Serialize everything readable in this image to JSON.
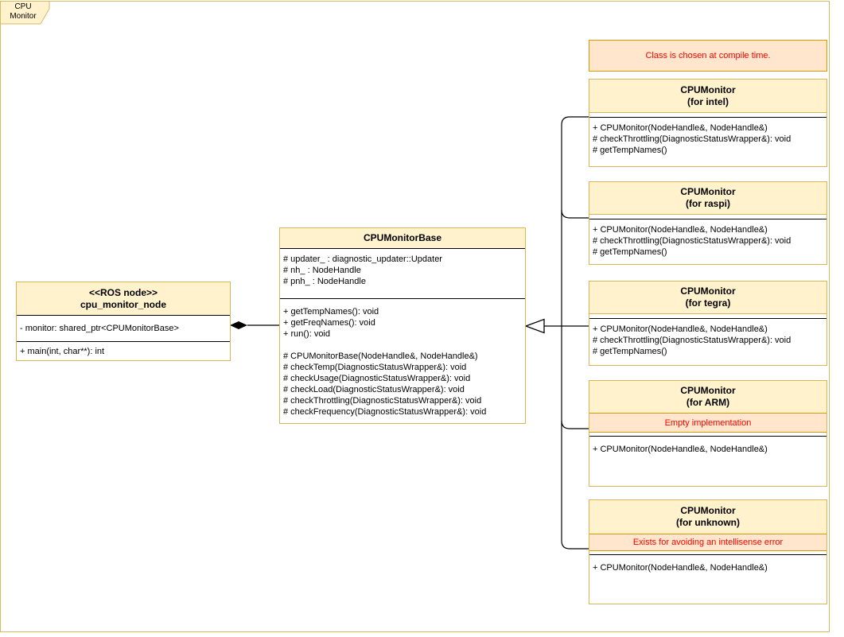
{
  "page_tab": {
    "line1": "CPU",
    "line2": "Monitor"
  },
  "colors": {
    "class_header_fill": "#fff2cc",
    "class_border": "#d6b656",
    "note_fill": "#ffe6cc",
    "note_border": "#d79b00",
    "note_text": "#ff0000",
    "page_border": "#d5ba62",
    "line": "#000000"
  },
  "notes": {
    "compile_time": "Class is chosen at compile time."
  },
  "classes": {
    "ros_node": {
      "stereotype": "<<ROS node>>",
      "name": "cpu_monitor_node",
      "attributes": [
        "- monitor: shared_ptr<CPUMonitorBase>"
      ],
      "methods": [
        "+ main(int, char**): int"
      ]
    },
    "base": {
      "name": "CPUMonitorBase",
      "attributes": [
        "# updater_ : diagnostic_updater::Updater",
        "# nh_ : NodeHandle",
        "# pnh_ : NodeHandle"
      ],
      "methods": [
        "+ getTempNames(): void",
        "+ getFreqNames(): void",
        "+ run(): void",
        "",
        "# CPUMonitorBase(NodeHandle&, NodeHandle&)",
        "# checkTemp(DiagnosticStatusWrapper&): void",
        "# checkUsage(DiagnosticStatusWrapper&): void",
        "# checkLoad(DiagnosticStatusWrapper&): void",
        "# checkThrottling(DiagnosticStatusWrapper&): void",
        "# checkFrequency(DiagnosticStatusWrapper&): void"
      ]
    },
    "intel": {
      "name": "CPUMonitor",
      "variant": "(for intel)",
      "methods": [
        "+ CPUMonitor(NodeHandle&, NodeHandle&)",
        "# checkThrottling(DiagnosticStatusWrapper&): void",
        "# getTempNames()"
      ]
    },
    "raspi": {
      "name": "CPUMonitor",
      "variant": "(for raspi)",
      "methods": [
        "+ CPUMonitor(NodeHandle&, NodeHandle&)",
        "# checkThrottling(DiagnosticStatusWrapper&): void",
        "# getTempNames()"
      ]
    },
    "tegra": {
      "name": "CPUMonitor",
      "variant": "(for tegra)",
      "methods": [
        "+ CPUMonitor(NodeHandle&, NodeHandle&)",
        "# checkThrottling(DiagnosticStatusWrapper&): void",
        "# getTempNames()"
      ]
    },
    "arm": {
      "name": "CPUMonitor",
      "variant": "(for ARM)",
      "note": "Empty implementation",
      "methods": [
        "+ CPUMonitor(NodeHandle&, NodeHandle&)"
      ]
    },
    "unknown": {
      "name": "CPUMonitor",
      "variant": "(for unknown)",
      "note": "Exists for avoiding an intellisense error",
      "methods": [
        "+ CPUMonitor(NodeHandle&, NodeHandle&)"
      ]
    }
  }
}
